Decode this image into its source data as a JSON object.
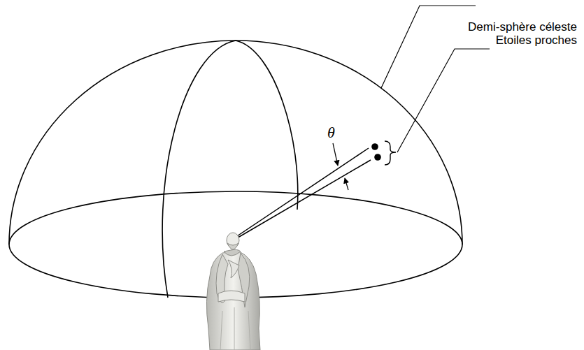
{
  "diagram": {
    "labels": [
      "Demi-sphère céleste",
      "Etoiles proches",
      "θ"
    ]
  }
}
